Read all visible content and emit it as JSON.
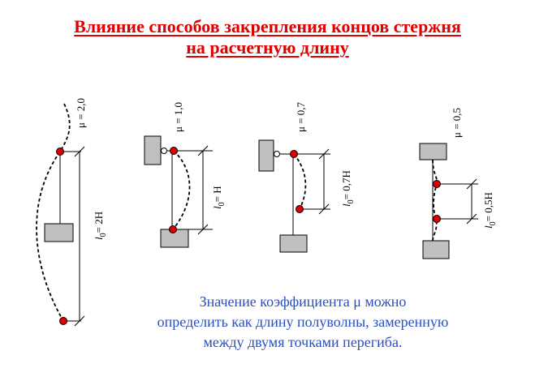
{
  "title": {
    "line1": "Влияние способов закрепления концов стержня",
    "line2": "на  расчетную длину"
  },
  "schemes": [
    {
      "mu_label": "μ = 2,0",
      "length_label": "= 2H",
      "length_symbol": "l",
      "length_sub": "0"
    },
    {
      "mu_label": "μ = 1,0",
      "length_label": "= H",
      "length_symbol": "l",
      "length_sub": "0"
    },
    {
      "mu_label": "μ = 0,7",
      "length_label": "= 0,7H",
      "length_symbol": "l",
      "length_sub": "0"
    },
    {
      "mu_label": "μ = 0,5",
      "length_label": "= 0,5H",
      "length_symbol": "l",
      "length_sub": "0"
    }
  ],
  "note": {
    "line1": "Значение коэффициента μ можно",
    "line2": "определить как длину полуволны, замеренную",
    "line3": "между двумя точками перегиба."
  },
  "colors": {
    "title": "#e00000",
    "note": "#2b4fc0",
    "inflection_point": "#e00000",
    "support_block": "#bfbfbf"
  }
}
